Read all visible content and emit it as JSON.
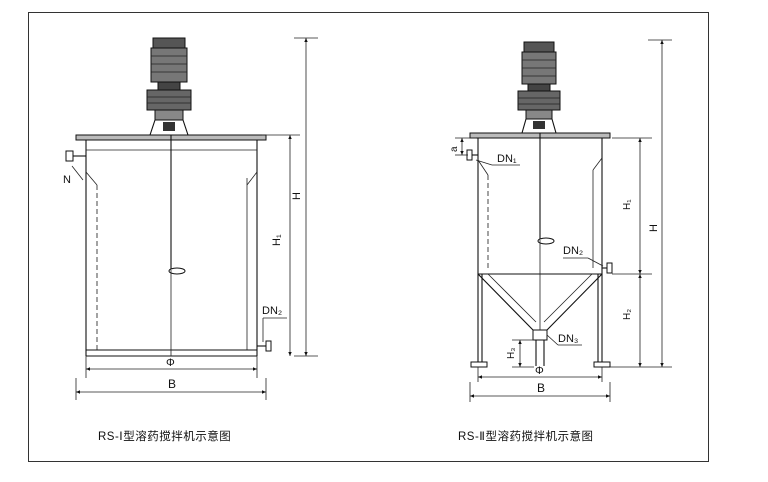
{
  "diagram_left": {
    "caption": "RS-Ⅰ型溶药搅拌机示意图",
    "labels": {
      "h": "H",
      "h1": "H₁",
      "dn2": "DN₂",
      "n": "N",
      "phi": "Φ",
      "b": "B"
    }
  },
  "diagram_right": {
    "caption": "RS-Ⅱ型溶药搅拌机示意图",
    "labels": {
      "a": "a",
      "dn1": "DN₁",
      "dn2": "DN₂",
      "dn3": "DN₃",
      "h": "H",
      "h1": "H₁",
      "h2": "H₂",
      "h3": "H₃",
      "phi": "Φ",
      "b": "B"
    }
  }
}
